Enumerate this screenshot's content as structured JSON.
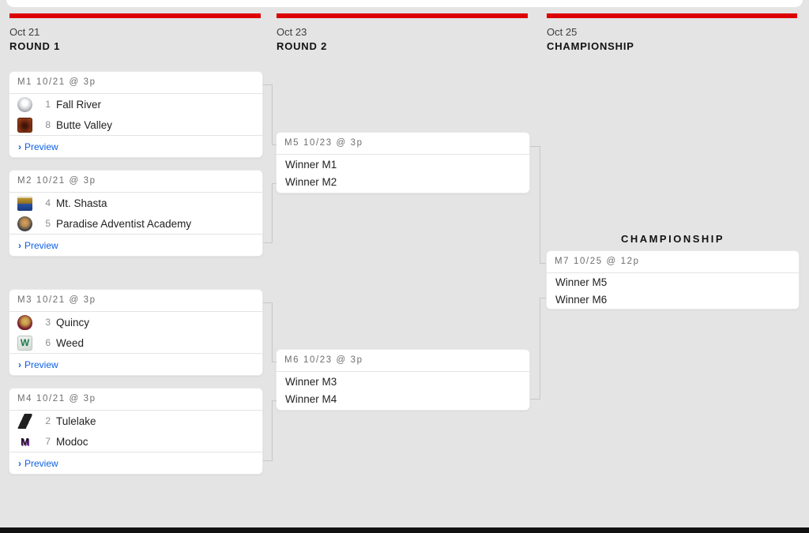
{
  "theme": {
    "background": "#e4e4e4",
    "accent_red": "#dc0303",
    "link_blue": "#0f62e6",
    "card_background": "#ffffff",
    "connector_gray": "#c7c7c7"
  },
  "columns": [
    {
      "date": "Oct 21",
      "label": "ROUND 1"
    },
    {
      "date": "Oct 23",
      "label": "ROUND 2"
    },
    {
      "date": "Oct 25",
      "label": "CHAMPIONSHIP"
    }
  ],
  "championship_title": "CHAMPIONSHIP",
  "preview": {
    "chevron": "›",
    "label": "Preview"
  },
  "matches": {
    "m1": {
      "header": "M1 10/21 @ 3p",
      "teams": [
        {
          "seed": "1",
          "name": "Fall River",
          "logo_icon": "bulldog-mascot",
          "logo_style": "border-radius:50%;background:radial-gradient(circle at 50% 40%, #ffffff 20%, #d8dadd 45%, #9ba1a8 75%, #7d848c 100%);",
          "logo_text": "",
          "logo_text_style": ""
        },
        {
          "seed": "8",
          "name": "Butte Valley",
          "logo_icon": "maroon-crest",
          "logo_style": "border-radius:3px;background:radial-gradient(circle at 50% 55%, #3f1409 15%, #7e2f12 55%, #a14a1f 90%);box-shadow:inset 0 0 0 1px #5e2009;",
          "logo_text": "",
          "logo_text_style": ""
        }
      ]
    },
    "m2": {
      "header": "M2 10/21 @ 3p",
      "teams": [
        {
          "seed": "4",
          "name": "Mt. Shasta",
          "logo_icon": "bear-banner-mascot",
          "logo_style": "border-radius:2px;background:linear-gradient(180deg, #efece4 0%, #efece4 12%, #c19a33 12%, #8c6d20 52%, #2a53a3 52%, #173a7e 100%);",
          "logo_text": "",
          "logo_text_style": ""
        },
        {
          "seed": "5",
          "name": "Paradise Adventist Academy",
          "logo_icon": "cougar-mascot",
          "logo_style": "border-radius:50%;background:radial-gradient(circle at 50% 42%, #d2a56b 0%, #b98a4e 32%, #4a4a4a 62%, #141414 100%);",
          "logo_text": "",
          "logo_text_style": ""
        }
      ]
    },
    "m3": {
      "header": "M3 10/21 @ 3p",
      "teams": [
        {
          "seed": "3",
          "name": "Quincy",
          "logo_icon": "trojan-mascot",
          "logo_style": "border-radius:50% 50% 45% 45%;background:radial-gradient(circle at 52% 42%, #dcb468 0%, #c79b43 30%, #7c2130 62%, #5a1120 100%);",
          "logo_text": "",
          "logo_text_style": ""
        },
        {
          "seed": "6",
          "name": "Weed",
          "logo_icon": "green-w-shield",
          "logo_style": "border-radius:3px;background:linear-gradient(160deg, #f4f4f4 0%, #cfd8d2 100%);box-shadow:inset 0 0 0 1px #b9c4bd;",
          "logo_text": "W",
          "logo_text_style": "color:#1e7a4a;font-size:12px;font-weight:800;"
        }
      ]
    },
    "m4": {
      "header": "M4 10/21 @ 3p",
      "teams": [
        {
          "seed": "2",
          "name": "Tulelake",
          "logo_icon": "black-bird-mascot",
          "logo_style": "border-radius:2px;background:linear-gradient(115deg, #ffffff 32%, #1f1f1f 32%, #1f1f1f 70%, #ffffff 70%);",
          "logo_text": "",
          "logo_text_style": ""
        },
        {
          "seed": "7",
          "name": "Modoc",
          "logo_icon": "black-m-letter",
          "logo_style": "border-radius:2px;background:#ffffff;",
          "logo_text": "M",
          "logo_text_style": "color:#141414;font-size:13px;font-weight:800;text-shadow:1px 1px 0 #a14fd0;"
        }
      ]
    },
    "m5": {
      "header": "M5 10/23 @ 3p",
      "slots": [
        "Winner M1",
        "Winner M2"
      ]
    },
    "m6": {
      "header": "M6 10/23 @ 3p",
      "slots": [
        "Winner M3",
        "Winner M4"
      ]
    },
    "m7": {
      "header": "M7 10/25 @ 12p",
      "slots": [
        "Winner M5",
        "Winner M6"
      ]
    }
  }
}
